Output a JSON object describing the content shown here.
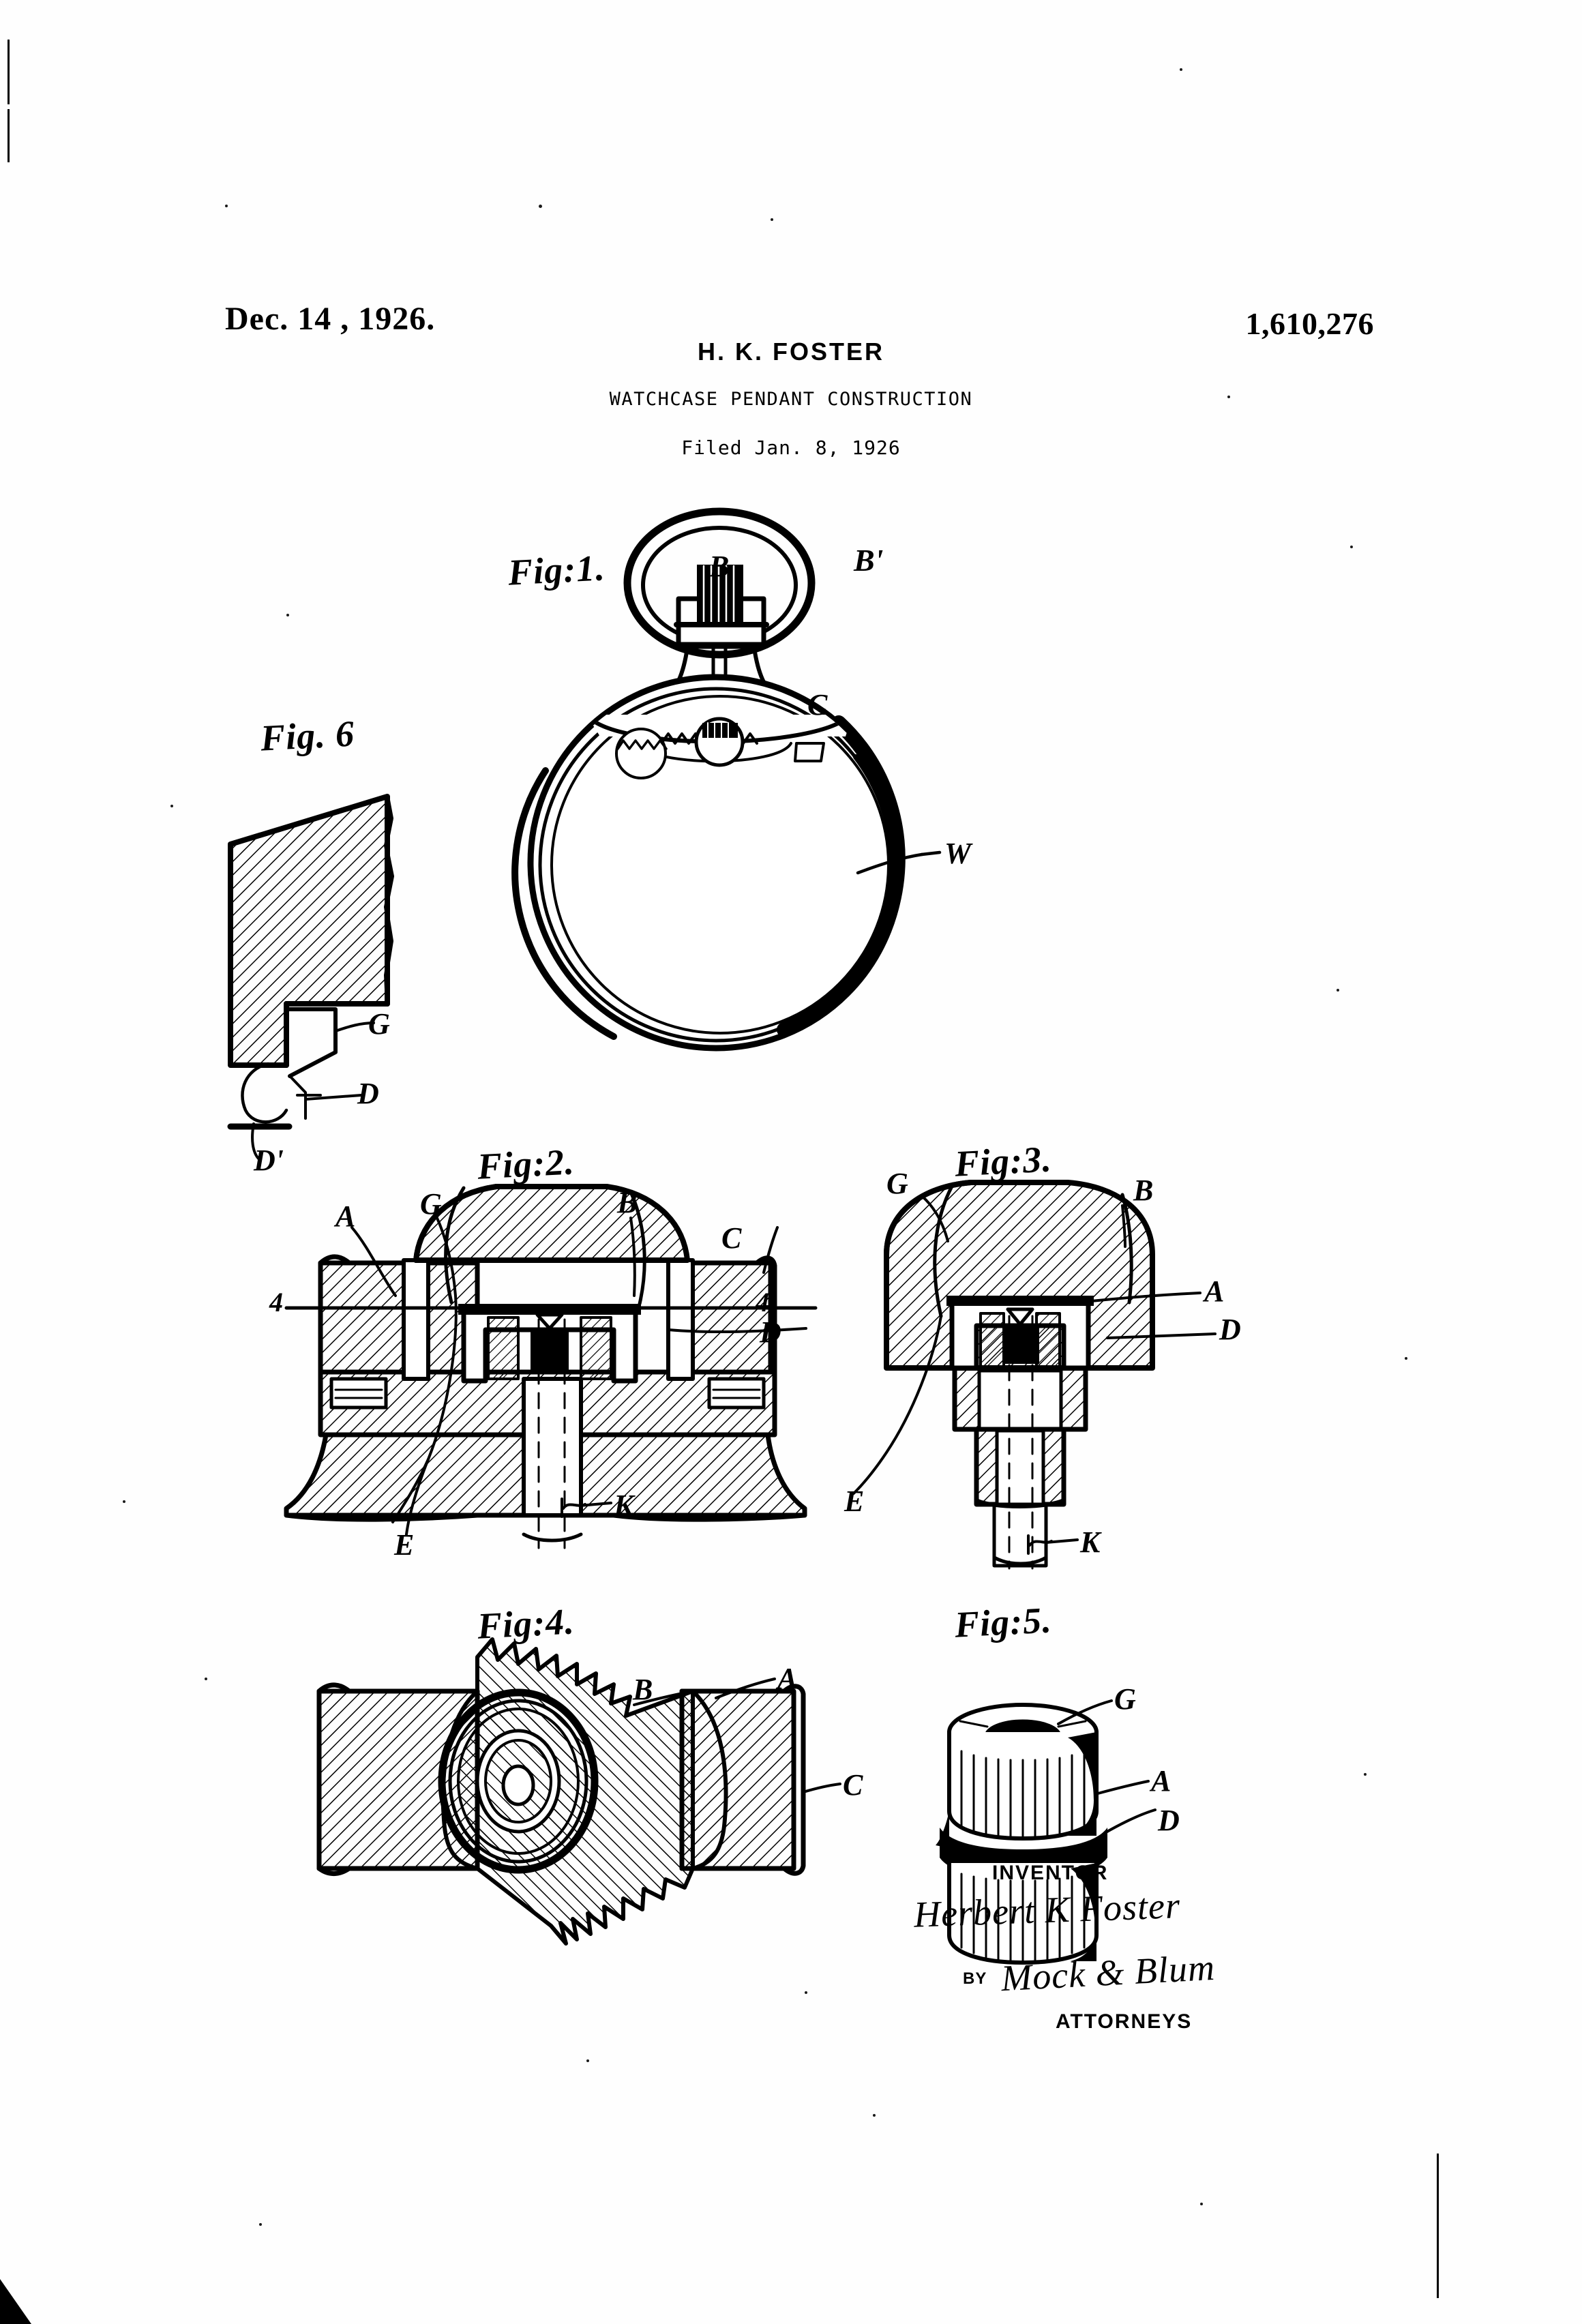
{
  "document": {
    "type": "United States Patent drawing sheet",
    "date": "Dec. 14 , 1926.",
    "patent_number": "1,610,276",
    "inventor_heading": "H. K. FOSTER",
    "title": "WATCHCASE PENDANT CONSTRUCTION",
    "filed": "Filed Jan. 8, 1926"
  },
  "figures": [
    {
      "id": "fig1",
      "caption": "Fig:1.",
      "description": "Elevation of a pocket watch case showing the bow, crown and pendant",
      "labels": [
        {
          "key": "B",
          "text": "B"
        },
        {
          "key": "B1",
          "text": "B'"
        },
        {
          "key": "C",
          "text": "C"
        },
        {
          "key": "W",
          "text": "W"
        }
      ]
    },
    {
      "id": "fig6",
      "caption": "Fig. 6",
      "description": "Enlarged sectional detail of the case wall recess",
      "labels": [
        {
          "key": "G",
          "text": "G"
        },
        {
          "key": "D",
          "text": "D"
        },
        {
          "key": "D1",
          "text": "D'"
        }
      ]
    },
    {
      "id": "fig2",
      "caption": "Fig:2.",
      "description": "Vertical section through the pendant assembled in the watchcase",
      "labels": [
        {
          "key": "A",
          "text": "A"
        },
        {
          "key": "G",
          "text": "G"
        },
        {
          "key": "B",
          "text": "B"
        },
        {
          "key": "C",
          "text": "C"
        },
        {
          "key": "D",
          "text": "D"
        },
        {
          "key": "E",
          "text": "E"
        },
        {
          "key": "K",
          "text": "K"
        },
        {
          "key": "sec_l",
          "text": "4"
        },
        {
          "key": "sec_r",
          "text": "4"
        }
      ]
    },
    {
      "id": "fig3",
      "caption": "Fig:3.",
      "description": "Vertical section through the pendant removed from the case",
      "labels": [
        {
          "key": "G",
          "text": "G"
        },
        {
          "key": "B",
          "text": "B"
        },
        {
          "key": "A",
          "text": "A"
        },
        {
          "key": "D",
          "text": "D"
        },
        {
          "key": "E",
          "text": "E"
        },
        {
          "key": "K",
          "text": "K"
        }
      ]
    },
    {
      "id": "fig4",
      "caption": "Fig:4.",
      "description": "Section taken on line 4-4 of Fig. 2 looking down on the knurled sleeve",
      "labels": [
        {
          "key": "B",
          "text": "B"
        },
        {
          "key": "A",
          "text": "A"
        },
        {
          "key": "C",
          "text": "C"
        }
      ]
    },
    {
      "id": "fig5",
      "caption": "Fig:5.",
      "description": "Perspective view of the knurled split bushing",
      "labels": [
        {
          "key": "G",
          "text": "G"
        },
        {
          "key": "A",
          "text": "A"
        },
        {
          "key": "D",
          "text": "D"
        }
      ]
    }
  ],
  "signature_block": {
    "inventor_label": "INVENTOR",
    "inventor_signature": "Herbert K Foster",
    "by_label": "BY",
    "attorney_signature": "Mock & Blum",
    "attorneys_label": "ATTORNEYS"
  },
  "colors": {
    "ink": "#000000",
    "paper": "#ffffff"
  }
}
